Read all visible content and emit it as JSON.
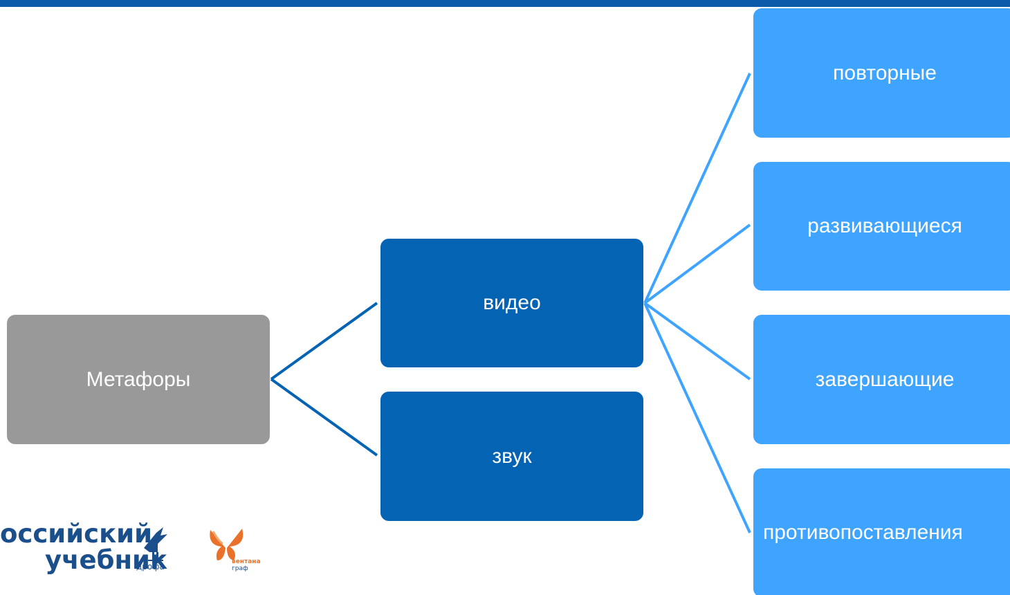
{
  "diagram": {
    "root": {
      "label": "Метафоры"
    },
    "level1": [
      {
        "label": "видео"
      },
      {
        "label": "звук"
      }
    ],
    "level2": [
      {
        "label": "повторные"
      },
      {
        "label": "развивающиеся"
      },
      {
        "label": "завершающие"
      },
      {
        "label": "противопоставления"
      }
    ]
  },
  "logo": {
    "line1": "оссийский",
    "line2": "учебник",
    "publisher1": "дрофа",
    "publisher2_line1": "вентана",
    "publisher2_line2": "граф"
  },
  "colors": {
    "top_bar": "#0b5ba8",
    "root_node": "#999999",
    "level1_node": "#0563b4",
    "level2_node": "#3ea4ff",
    "level1_connector": "#0563b4",
    "level2_connector": "#3ea4ff",
    "logo_blue": "#1a4f8c",
    "logo_orange": "#e9712a"
  }
}
